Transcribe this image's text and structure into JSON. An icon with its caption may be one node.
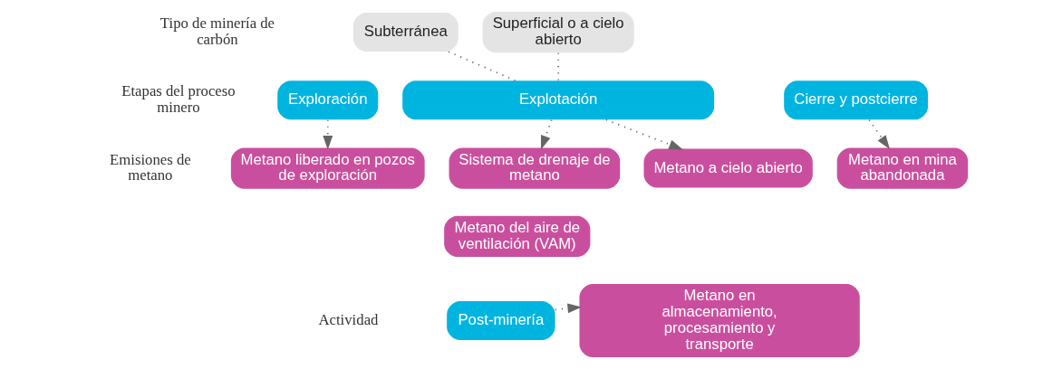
{
  "diagram": {
    "nodes": [
      {
        "text": [
          "Subterránea"
        ]
      },
      {
        "text": [
          "Superficial o a cielo abierto"
        ]
      },
      {
        "text": [
          "Exploración"
        ]
      },
      {
        "text": [
          "Explotación"
        ]
      },
      {
        "text": [
          "Cierre y postcierre"
        ]
      },
      {
        "text": [
          "Metano liberado en pozos de exploración"
        ]
      },
      {
        "text": [
          "Sistema de drenaje de metano"
        ]
      },
      {
        "text": [
          "Metano a cielo abierto"
        ]
      },
      {
        "text": [
          "Metano en mina abandonada"
        ]
      },
      {
        "text": [
          "Metano del aire de ventilación (VAM)"
        ]
      },
      {
        "text": [
          "Post-minería"
        ]
      },
      {
        "text": [
          "Metano en almacenamiento, procesamiento y transporte"
        ]
      }
    ],
    "edges": [
      {
        "from": 0,
        "to": 3,
        "arrow": "none",
        "style": "dashed"
      },
      {
        "from": 1,
        "to": 3,
        "arrow": "none",
        "style": "dashed"
      },
      {
        "from": 2,
        "to": 5,
        "arrow": "to",
        "style": "dashed"
      },
      {
        "from": 3,
        "to": 6,
        "arrow": "to",
        "style": "dashed"
      },
      {
        "from": 3,
        "to": 7,
        "arrow": "to",
        "style": "dashed"
      },
      {
        "from": 4,
        "to": 8,
        "arrow": "to",
        "style": "dashed"
      },
      {
        "from": 10,
        "to": 11,
        "arrow": "to",
        "style": "dashed"
      }
    ],
    "labels": [
      "Tipo de minería de carbón",
      "Etapas del proceso minero",
      "Emisiones de metano",
      "Actividad"
    ]
  }
}
